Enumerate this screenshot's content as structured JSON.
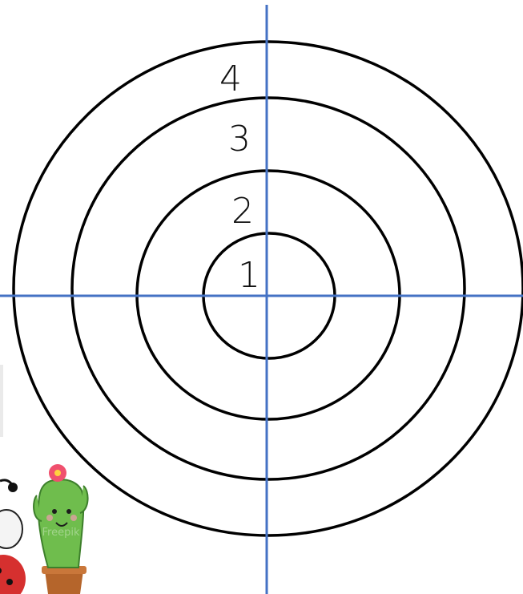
{
  "diagram": {
    "ring_labels": [
      "1",
      "2",
      "3",
      "4"
    ],
    "ring_color": "#000000",
    "axis_color": "#4472c4",
    "background": "#ffffff"
  },
  "decorations": {
    "left_items": [
      "ladybug-sticker",
      "cactus-sticker"
    ],
    "watermark": "Freepik"
  }
}
